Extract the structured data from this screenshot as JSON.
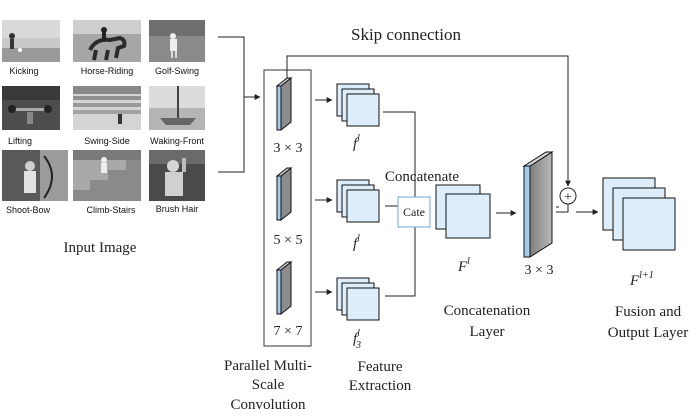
{
  "input": {
    "thumbnails": [
      {
        "label": "Kicking",
        "icon": "kicking-scene"
      },
      {
        "label": "Horse-Riding",
        "icon": "horse-riding-scene"
      },
      {
        "label": "Golf-Swing",
        "icon": "golf-swing-scene"
      },
      {
        "label": "Lifting",
        "icon": "lifting-scene"
      },
      {
        "label": "Swing-Side",
        "icon": "swing-side-scene"
      },
      {
        "label": "Waking-Front",
        "icon": "walking-front-scene"
      },
      {
        "label": "Shoot-Bow",
        "icon": "shoot-bow-scene"
      },
      {
        "label": "Climb-Stairs",
        "icon": "climb-stairs-scene"
      },
      {
        "label": "Brush Hair",
        "icon": "brush-hair-scene"
      }
    ],
    "caption": "Input Image"
  },
  "skip_connection": {
    "label": "Skip connection"
  },
  "convolution": {
    "kernels": [
      "3 × 3",
      "5 × 5",
      "7 × 7"
    ],
    "caption_lines": [
      "Parallel Multi-",
      "Scale",
      "Convolution"
    ]
  },
  "features": {
    "labels": [
      {
        "base": "f",
        "sup": "l",
        "sub": ""
      },
      {
        "base": "f",
        "sup": "l",
        "sub": ""
      },
      {
        "base": "f",
        "sup": "l",
        "sub": "3"
      }
    ],
    "caption_lines": [
      "Feature",
      "Extraction"
    ]
  },
  "concatenate": {
    "label": "Concatenate",
    "box_label": "Cate",
    "output": {
      "base": "F",
      "sup": "l"
    },
    "caption_lines": [
      "Concatenation",
      "Layer"
    ]
  },
  "fusion_conv": {
    "kernel": "3 × 3"
  },
  "add_op": {
    "symbol": "+"
  },
  "output": {
    "label": {
      "base": "F",
      "sup": "l+1"
    },
    "caption_lines": [
      "Fusion and",
      "Output Layer"
    ]
  },
  "colors": {
    "feature_map_fill": "#ddeefa",
    "conv_block_face": "#a8cce8",
    "conv_block_side": "#8c8c8c",
    "line": "#222222"
  }
}
